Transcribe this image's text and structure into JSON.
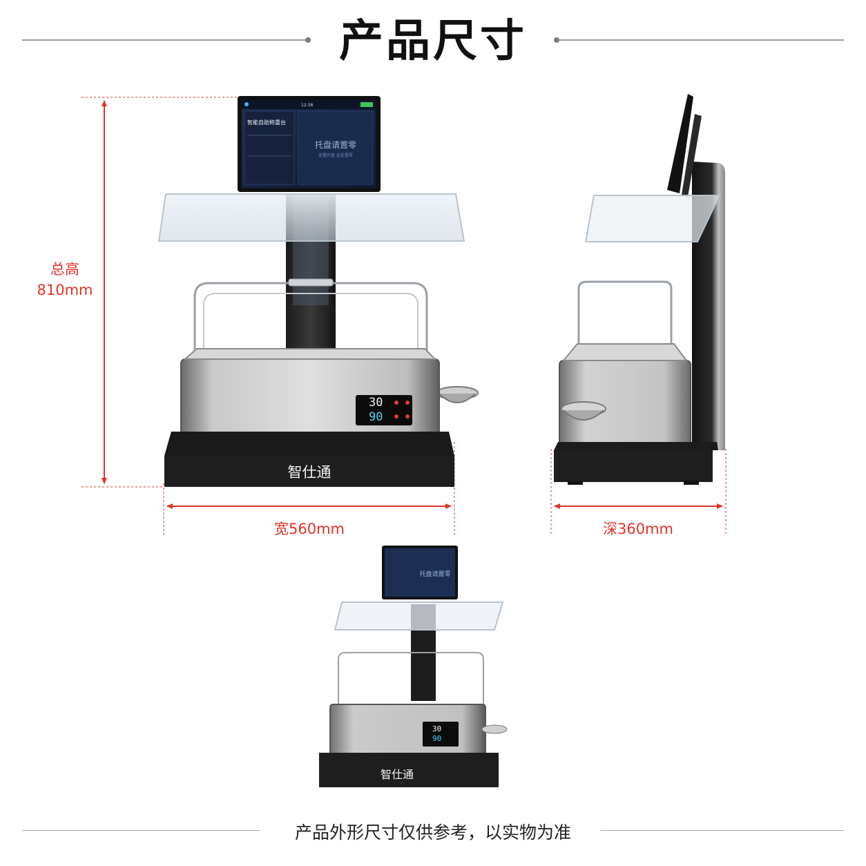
{
  "header": {
    "title": "产品尺寸"
  },
  "dimensions": {
    "height_label": "总高",
    "height_value": "810mm",
    "width_label": "宽560mm",
    "depth_label": "深360mm"
  },
  "device": {
    "brand": "智仕通",
    "screen_title": "智能自助称重台",
    "screen_prompt": "托盘请置零",
    "screen_subprompt": "放置托盘 此处置零",
    "screen_time": "12:38",
    "panel_temp_top": "30",
    "panel_temp_bottom": "90"
  },
  "footer": {
    "note": "产品外形尺寸仅供参考，以实物为准"
  },
  "colors": {
    "accent_red": "#e23227",
    "divider_gray": "#9b9b9b",
    "screen_blue": "#1c2f52"
  }
}
